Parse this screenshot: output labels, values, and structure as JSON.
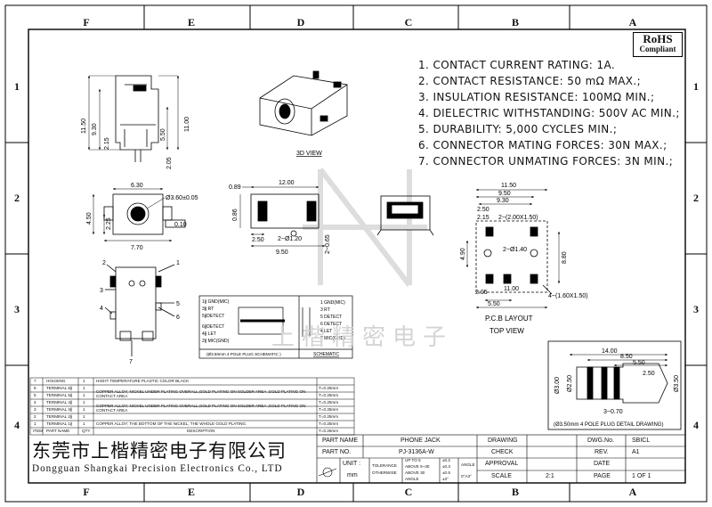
{
  "border": {
    "cols_top": [
      "F",
      "E",
      "D",
      "C",
      "B",
      "A"
    ],
    "cols_bottom": [
      "F",
      "E",
      "D",
      "C",
      "B",
      "A"
    ],
    "rows_left": [
      "1",
      "2",
      "3",
      "4"
    ],
    "rows_right": [
      "1",
      "2",
      "3",
      "4"
    ]
  },
  "rohs": {
    "line1": "RoHS",
    "line2": "Compliant"
  },
  "specs": [
    "1. CONTACT CURRENT RATING: 1A.",
    "2. CONTACT RESISTANCE: 50 mΩ MAX.;",
    "3. INSULATION RESISTANCE: 100MΩ MIN.;",
    "4. DIELECTRIC WITHSTANDING: 500V AC MIN.;",
    "5. DURABILITY: 5,000 CYCLES MIN.;",
    "6. CONNECTOR MATING FORCES: 30N MAX.;",
    "7. CONNECTOR UNMATING FORCES: 3N MIN.;"
  ],
  "views": {
    "view_3d": "3D VIEW",
    "pcb_layout": "P.C.B LAYOUT",
    "top_view": "TOP VIEW",
    "schematic": "SCHEMATIC",
    "plug_schematic": "(Ø3.50mm 4 POLE PLUG SCHEMATIC )",
    "plug_detail": "(Ø3.50mm 4 POLE PLUG DETAIL DRAWING)"
  },
  "dims": {
    "side_total": "11.50",
    "side_body": "9.30",
    "side_215": "2.15",
    "side_550": "5.50",
    "side_1100": "11.00",
    "side_205": "2.05",
    "front_630": "6.30",
    "front_hole": "Ø3.60±0.05",
    "front_450": "4.50",
    "front_225": "2.25",
    "front_770": "7.70",
    "front_flat": "0.10",
    "top_089": "0.89",
    "top_1200": "12.00",
    "top_086": "0.86",
    "top_250": "2.50",
    "top_120": "2~Ø1.20",
    "top_065": "2~0.65",
    "top_950": "9.50",
    "pcb_1150": "11.50",
    "pcb_950": "9.50",
    "pcb_930": "9.30",
    "pcb_250": "2.50",
    "pcb_215": "2.15",
    "pcb_slot1": "2~(2.00X1.50)",
    "pcb_hole": "2~Ø1.40",
    "pcb_490": "4.90",
    "pcb_880": "8.80",
    "pcb_205": "2.05",
    "pcb_1100": "11.00",
    "pcb_550": "5.50",
    "pcb_slot2": "4~(1.60X1.50)",
    "plug_1400": "14.00",
    "plug_850": "8.50",
    "plug_550": "5.50",
    "plug_250": "2.50",
    "plug_300": "Ø3.00",
    "plug_250d": "Ø2.50",
    "plug_350": "Ø3.50",
    "plug_070": "3~0.70"
  },
  "pins": {
    "p1": "1",
    "p2": "2",
    "p3": "3",
    "p4": "4",
    "p5": "5",
    "p6": "6",
    "p7": "7"
  },
  "schematic_left": [
    "1∦ GND(MIC)",
    "3∦ RT",
    "5∦DETECT",
    "6∦DETECT",
    "4∦ LET",
    "2∦ MIC(GND)"
  ],
  "schematic_right": [
    "1 GND(MIC)",
    "3 RT",
    "5 DETECT",
    "6 DETECT",
    "4 LET",
    "2 MIC(GND)"
  ],
  "bom": {
    "rows": [
      {
        "item": "7",
        "part": "HOUSING",
        "qty": "1",
        "desc": "HIGHT TEMPERATURE PLASTIC  COLOR BLACK",
        "t": ""
      },
      {
        "item": "6",
        "part": "TERMINAL 6∦",
        "qty": "1",
        "desc": "",
        "t": "T=0.25mm"
      },
      {
        "item": "5",
        "part": "TERMINAL 5∦",
        "qty": "1",
        "desc": "COPPER ALLOY; NICKEL UNDER PLATING OVERALL,GOLD PLATING ON SOLDER AREA ,GOLD PLATING ON CONTACT AREA",
        "t": "T=0.25mm"
      },
      {
        "item": "4",
        "part": "TERMINAL 4∦",
        "qty": "1",
        "desc": "",
        "t": "T=0.25mm"
      },
      {
        "item": "3",
        "part": "TERMINAL 3∦",
        "qty": "1",
        "desc": "COPPER ALLOY; NICKEL UNDER PLATING OVERALL,GOLD PLATING ON SOLDER AREA ,GOLD PLATING ON CONTACT AREA",
        "t": "T=0.25mm"
      },
      {
        "item": "2",
        "part": "TERMINAL 2∦",
        "qty": "1",
        "desc": "",
        "t": "T=0.25mm"
      },
      {
        "item": "1",
        "part": "TERMINAL 1∦",
        "qty": "1",
        "desc": "COPPER ALLOY; THE BOTTOM OF THE NICKEL; THE WHOLE GOLD PLATING.",
        "t": "T=0.25mm"
      }
    ],
    "header": {
      "item": "ITEM",
      "part": "PART NAME",
      "qty": "QTY",
      "desc": "DESCRIPTION",
      "t": "T=0.25mm"
    }
  },
  "company": {
    "cn": "东莞市上楷精密电子有限公司",
    "en": "Dongguan Shangkai Precision Electronics Co., LTD"
  },
  "watermark": "上楷精密电子",
  "title_block": {
    "part_name_label": "PART NAME",
    "part_name": "PHONE JACK",
    "part_no_label": "PART NO.",
    "part_no": "PJ-3136A-W",
    "unit_label": "UNIT :",
    "unit": "mm",
    "tol_label": "TOLERANCE",
    "tol_label2": "OTHERWISE",
    "tol_rows": [
      "UP TO 5",
      "ABOVE 5~30",
      "ABOVE 30",
      "ANGLE"
    ],
    "tol_vals": [
      "±0.2",
      "±0.3",
      "±0.5",
      "±3°"
    ],
    "angle_label": "ANGLE",
    "angle_val": "0°A3°",
    "drawing_label": "DRAWING",
    "check_label": "CHECK",
    "approval_label": "APPROVAL",
    "scale_label": "SCALE",
    "scale": "2:1",
    "dwg_no_label": "DWG.No.",
    "dwg_no": "SBICL",
    "rev_label": "REV.",
    "rev": "A1",
    "date_label": "DATE",
    "page_label": "PAGE",
    "page": "1 OF 1"
  }
}
